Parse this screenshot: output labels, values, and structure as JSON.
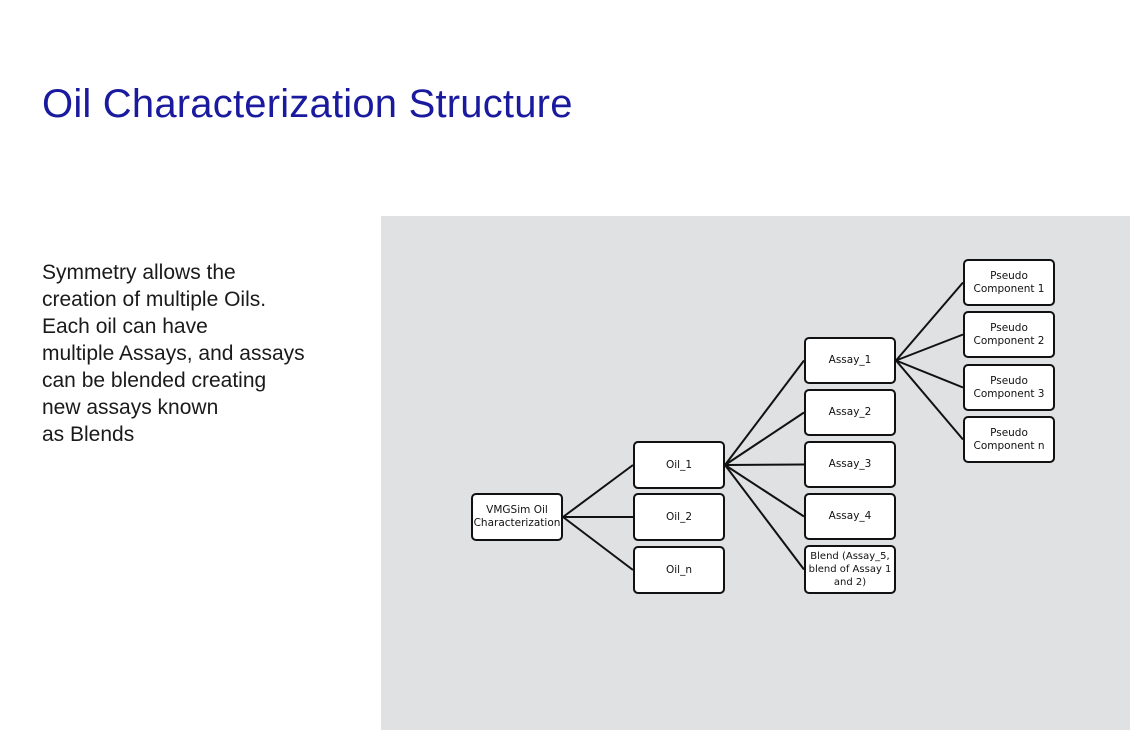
{
  "title": "Oil Characterization Structure",
  "description": {
    "lines": [
      "Symmetry allows the",
      "creation of multiple Oils.",
      "Each oil can have",
      "multiple Assays, and assays",
      "can be blended creating",
      "new assays known",
      "as Blends"
    ]
  },
  "diagram": {
    "root": {
      "label": "VMGSim Oil Characterization"
    },
    "oils": [
      {
        "label": "Oil_1"
      },
      {
        "label": "Oil_2"
      },
      {
        "label": "Oil_n"
      }
    ],
    "assays": [
      {
        "label": "Assay_1"
      },
      {
        "label": "Assay_2"
      },
      {
        "label": "Assay_3"
      },
      {
        "label": "Assay_4"
      },
      {
        "label": "Blend (Assay_5, blend of Assay 1 and 2)"
      }
    ],
    "pseudo_components": [
      {
        "label": "Pseudo Component 1"
      },
      {
        "label": "Pseudo Component 2"
      },
      {
        "label": "Pseudo Component 3"
      },
      {
        "label": "Pseudo Component n"
      }
    ],
    "edges": [
      {
        "from": "root",
        "to": "oil-1"
      },
      {
        "from": "root",
        "to": "oil-2"
      },
      {
        "from": "root",
        "to": "oil-n"
      },
      {
        "from": "oil-1",
        "to": "assay-1"
      },
      {
        "from": "oil-1",
        "to": "assay-2"
      },
      {
        "from": "oil-1",
        "to": "assay-3"
      },
      {
        "from": "oil-1",
        "to": "assay-4"
      },
      {
        "from": "oil-1",
        "to": "blend"
      },
      {
        "from": "assay-1",
        "to": "pseudo-1"
      },
      {
        "from": "assay-1",
        "to": "pseudo-2"
      },
      {
        "from": "assay-1",
        "to": "pseudo-3"
      },
      {
        "from": "assay-1",
        "to": "pseudo-n"
      }
    ],
    "colors": {
      "panel": "#dfe1e3",
      "node_fill": "#ffffff",
      "node_border": "#111111",
      "title": "#1a1a9e"
    }
  }
}
